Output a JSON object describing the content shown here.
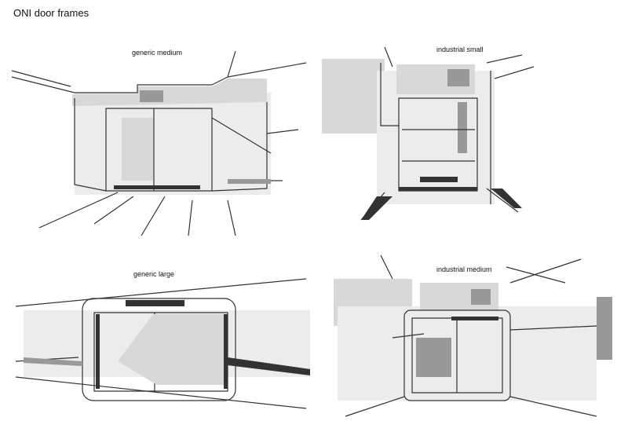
{
  "title": "ONI door frames",
  "sketches": [
    {
      "label": "generic medium"
    },
    {
      "label": "industrial small"
    },
    {
      "label": "generic large"
    },
    {
      "label": "industrial medium"
    }
  ]
}
